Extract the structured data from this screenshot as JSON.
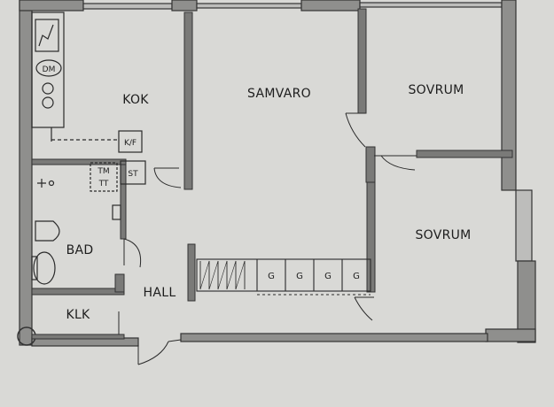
{
  "rooms": {
    "kok": "KOK",
    "samvaro": "SAMVARO",
    "sovrum_1": "SOVRUM",
    "sovrum_2": "SOVRUM",
    "bad": "BAD",
    "hall": "HALL",
    "klk": "KLK"
  },
  "fixtures": {
    "dm": "DM",
    "kf": "K/F",
    "st": "ST",
    "tm": "TM",
    "tt": "TT"
  },
  "wardrobes": [
    "G",
    "G",
    "G",
    "G"
  ],
  "colors": {
    "paper": "#d9d9d6",
    "wall": "#4a4a4a",
    "wall_fill": "#8a8a88",
    "line": "#2a2a2a"
  }
}
